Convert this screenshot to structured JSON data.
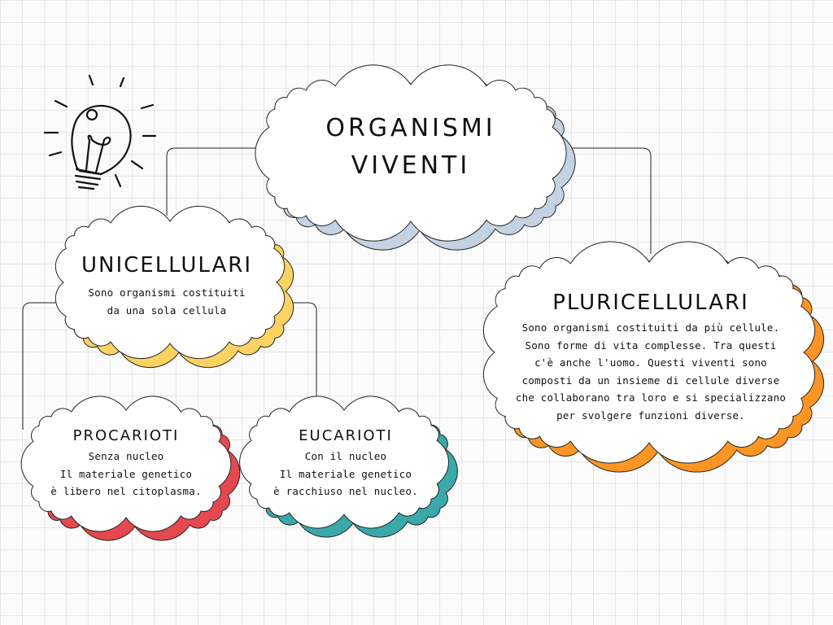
{
  "colors": {
    "root_shadow": "#c4d3e3",
    "unicellulari_shadow": "#fcd263",
    "pluricellulari_shadow": "#fb9524",
    "procarioti_shadow": "#e5484f",
    "eucarioti_shadow": "#3aa9aa"
  },
  "icon": "lightbulb-icon",
  "root": {
    "title_line1": "ORGANISMI",
    "title_line2": "VIVENTI"
  },
  "unicellulari": {
    "title": "UNICELLULARI",
    "lines": [
      "Sono organismi costituiti",
      "da una sola cellula"
    ]
  },
  "pluricellulari": {
    "title": "PLURICELLULARI",
    "lines": [
      "Sono organismi costituiti da più cellule.",
      "Sono forme di vita complesse. Tra questi",
      "c'è anche l'uomo. Questi viventi sono",
      "composti da un insieme di cellule diverse",
      "che collaborano tra loro e si specializzano",
      "per svolgere funzioni diverse."
    ]
  },
  "procarioti": {
    "title": "PROCARIOTI",
    "lines": [
      "Senza nucleo",
      "Il materiale genetico",
      "è libero nel citoplasma."
    ]
  },
  "eucarioti": {
    "title": "EUCARIOTI",
    "lines": [
      "Con il nucleo",
      "Il materiale genetico",
      "è racchiuso nel nucleo."
    ]
  }
}
